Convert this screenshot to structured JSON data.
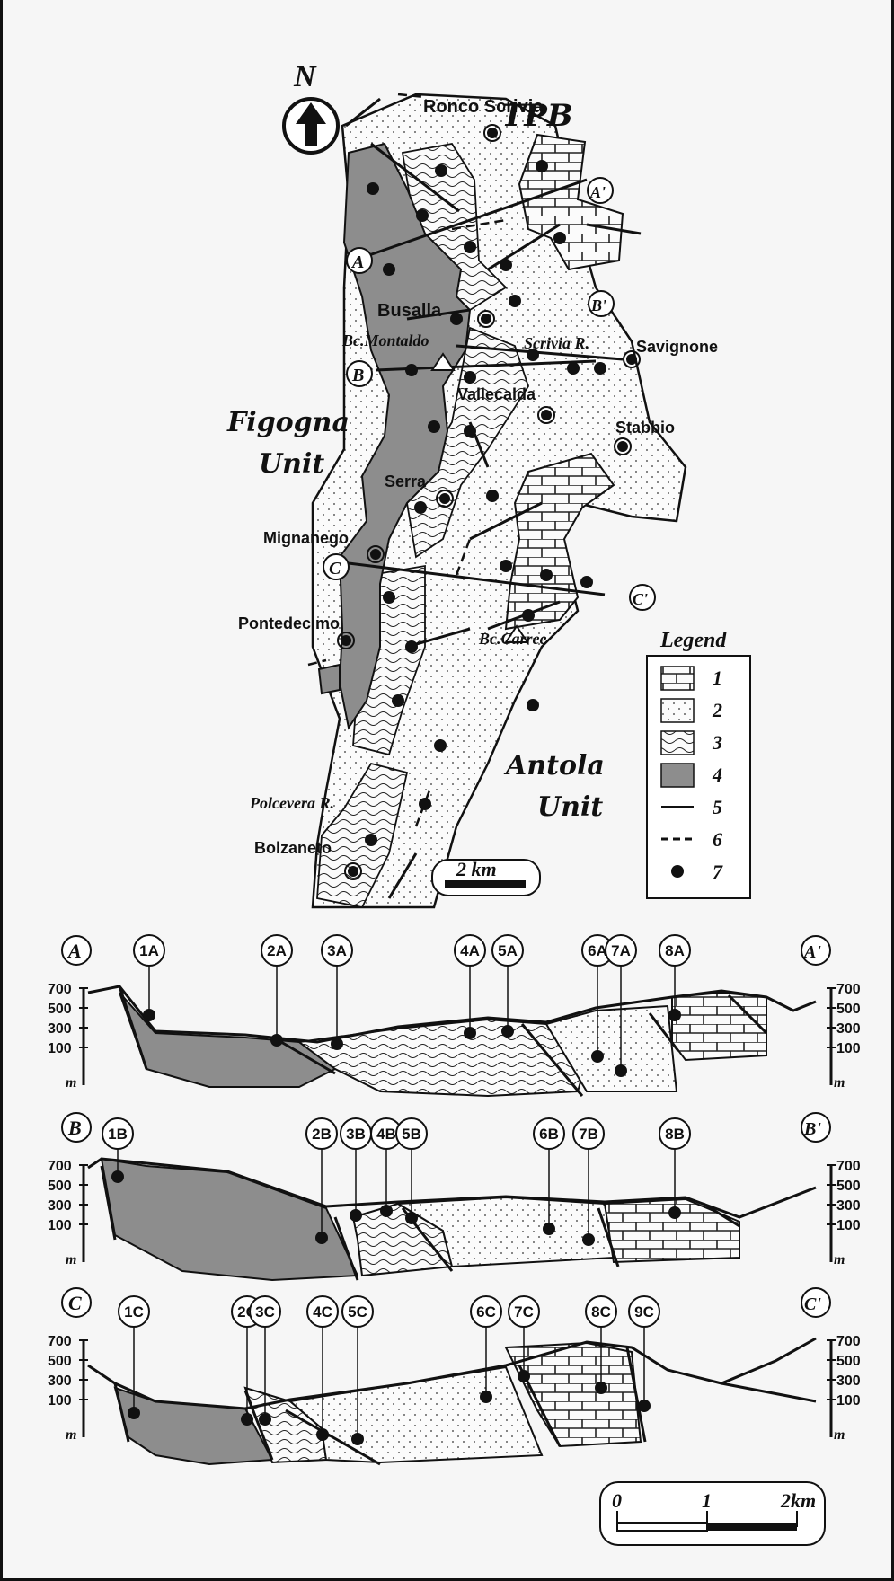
{
  "map": {
    "north": "N",
    "basin_label": "TPB",
    "unit_left_line1": "Figogna",
    "unit_left_line2": "Unit",
    "unit_right_line1": "Antola",
    "unit_right_line2": "Unit",
    "localities": [
      {
        "name": "Ronco Scrivia"
      },
      {
        "name": "Busalla"
      },
      {
        "name": "Savignone"
      },
      {
        "name": "Vallecalda"
      },
      {
        "name": "Stabbio"
      },
      {
        "name": "Serra"
      },
      {
        "name": "Mignanego"
      },
      {
        "name": "Pontedecimo"
      },
      {
        "name": "Bolzaneto"
      }
    ],
    "italic_places": [
      {
        "name": "Bc.Montaldo"
      },
      {
        "name": "Scrivia R."
      },
      {
        "name": "Bc.Carree"
      },
      {
        "name": "Polcevera R."
      }
    ],
    "section_ends": [
      "A",
      "A'",
      "B",
      "B'",
      "C",
      "C'"
    ],
    "scale_text": "2 km"
  },
  "legend": {
    "title": "Legend",
    "items": [
      "1",
      "2",
      "3",
      "4",
      "5",
      "6",
      "7"
    ]
  },
  "sections": [
    {
      "start": "A",
      "end": "A'",
      "samples": [
        "1A",
        "2A",
        "3A",
        "4A",
        "5A",
        "6A",
        "7A",
        "8A"
      ]
    },
    {
      "start": "B",
      "end": "B'",
      "samples": [
        "1B",
        "2B",
        "3B",
        "4B",
        "5B",
        "6B",
        "7B",
        "8B"
      ]
    },
    {
      "start": "C",
      "end": "C'",
      "samples": [
        "1C",
        "2C",
        "3C",
        "4C",
        "5C",
        "6C",
        "7C",
        "8C",
        "9C"
      ]
    }
  ],
  "elevation_ticks": [
    "700",
    "500",
    "300",
    "100"
  ],
  "elevation_unit": "m",
  "section_scale": {
    "zero": "0",
    "one": "1",
    "two": "2km"
  }
}
